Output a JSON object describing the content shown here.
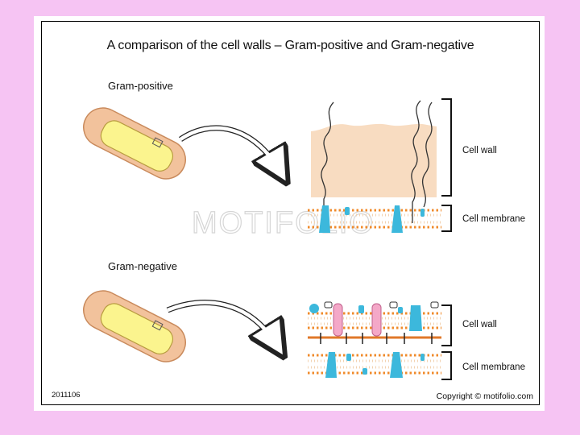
{
  "title": "A comparison of the cell walls – Gram-positive and Gram-negative",
  "gram_positive": {
    "label": "Gram-positive",
    "cell_wall_label": "Cell wall",
    "cell_membrane_label": "Cell membrane"
  },
  "gram_negative": {
    "label": "Gram-negative",
    "cell_wall_label": "Cell wall",
    "cell_membrane_label": "Cell membrane"
  },
  "watermark": "MOTIFOLIO",
  "footer": {
    "code": "2011106",
    "copyright": "Copyright © motifolio.com"
  },
  "colors": {
    "background": "#f6c4f3",
    "cell_body": "#f2c29c",
    "cytoplasm": "#fbf48e",
    "peptidoglycan": "#f8dcc1",
    "lipid_head": "#f08a2a",
    "protein": "#3cb8dc",
    "porin": "#f4a8c8"
  }
}
